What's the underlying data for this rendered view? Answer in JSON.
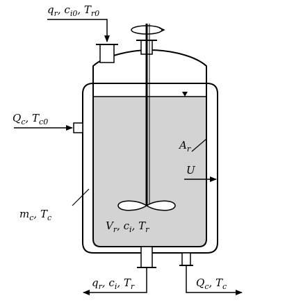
{
  "labels": {
    "inlet_feed": "q<sub>r</sub>, c<sub>i0</sub>, T<sub>r0</sub>",
    "coolant_in": "Q<sub>c</sub>, T<sub>c0</sub>",
    "heat_area": "A<sub>r</sub>",
    "heat_coeff": "U",
    "jacket": "m<sub>c</sub>, T<sub>c</sub>",
    "reactor": "V<sub>r</sub>, c<sub>i</sub>, T<sub>r</sub>",
    "outlet_product": "q<sub>r</sub>, c<sub>i</sub>, T<sub>r</sub>",
    "coolant_out": "Q<sub>c</sub>, T<sub>c</sub>"
  },
  "colors": {
    "liquid": "#d3d3d3",
    "stroke": "#000000",
    "background": "#ffffff"
  }
}
